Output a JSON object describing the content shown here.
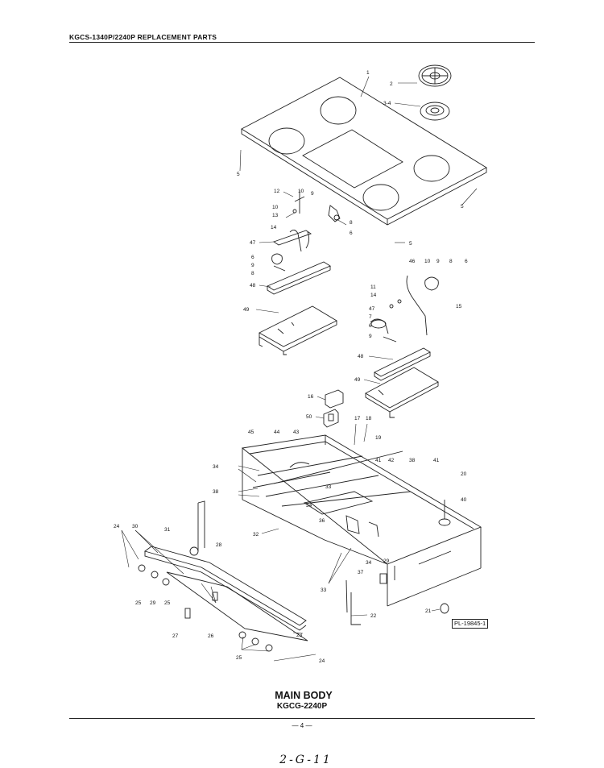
{
  "header": {
    "title": "KGCS-1340P/2240P REPLACEMENT PARTS"
  },
  "caption": {
    "line1": "MAIN BODY",
    "line2": "KGCG-2240P"
  },
  "footer": {
    "page_number": "— 4 —",
    "handwritten": "2-G-11"
  },
  "ref_code": "PL-19845-1",
  "callouts": [
    {
      "id": "c1",
      "label": "1"
    },
    {
      "id": "c2",
      "label": "2"
    },
    {
      "id": "c3",
      "label": "3-4"
    },
    {
      "id": "c4",
      "label": "5"
    },
    {
      "id": "c5",
      "label": "5"
    },
    {
      "id": "c6",
      "label": "5"
    },
    {
      "id": "c7",
      "label": "12"
    },
    {
      "id": "c8",
      "label": "10"
    },
    {
      "id": "c9",
      "label": "9"
    },
    {
      "id": "c10",
      "label": "10"
    },
    {
      "id": "c11",
      "label": "13"
    },
    {
      "id": "c12",
      "label": "8"
    },
    {
      "id": "c13",
      "label": "6"
    },
    {
      "id": "c14",
      "label": "14"
    },
    {
      "id": "c15",
      "label": "47"
    },
    {
      "id": "c16",
      "label": "6"
    },
    {
      "id": "c17",
      "label": "9"
    },
    {
      "id": "c18",
      "label": "8"
    },
    {
      "id": "c19",
      "label": "48"
    },
    {
      "id": "c20",
      "label": "49"
    },
    {
      "id": "c21",
      "label": "46"
    },
    {
      "id": "c22",
      "label": "10"
    },
    {
      "id": "c23",
      "label": "9"
    },
    {
      "id": "c24",
      "label": "8"
    },
    {
      "id": "c25",
      "label": "6"
    },
    {
      "id": "c26",
      "label": "11"
    },
    {
      "id": "c27",
      "label": "14"
    },
    {
      "id": "c28",
      "label": "15"
    },
    {
      "id": "c29",
      "label": "47"
    },
    {
      "id": "c30",
      "label": "7"
    },
    {
      "id": "c31",
      "label": "6"
    },
    {
      "id": "c32",
      "label": "9"
    },
    {
      "id": "c33",
      "label": "48"
    },
    {
      "id": "c34",
      "label": "49"
    },
    {
      "id": "c35",
      "label": "16"
    },
    {
      "id": "c36",
      "label": "50"
    },
    {
      "id": "c37",
      "label": "17"
    },
    {
      "id": "c38",
      "label": "18"
    },
    {
      "id": "c39",
      "label": "19"
    },
    {
      "id": "c40",
      "label": "45"
    },
    {
      "id": "c41",
      "label": "44"
    },
    {
      "id": "c42",
      "label": "43"
    },
    {
      "id": "c43",
      "label": "41"
    },
    {
      "id": "c44",
      "label": "42"
    },
    {
      "id": "c45",
      "label": "38"
    },
    {
      "id": "c46",
      "label": "41"
    },
    {
      "id": "c47",
      "label": "20"
    },
    {
      "id": "c48",
      "label": "40"
    },
    {
      "id": "c49",
      "label": "34"
    },
    {
      "id": "c50",
      "label": "38"
    },
    {
      "id": "c51",
      "label": "33"
    },
    {
      "id": "c52",
      "label": "34"
    },
    {
      "id": "c53",
      "label": "36"
    },
    {
      "id": "c54",
      "label": "32"
    },
    {
      "id": "c55",
      "label": "24"
    },
    {
      "id": "c56",
      "label": "30"
    },
    {
      "id": "c57",
      "label": "31"
    },
    {
      "id": "c58",
      "label": "28"
    },
    {
      "id": "c59",
      "label": "34"
    },
    {
      "id": "c60",
      "label": "29"
    },
    {
      "id": "c61",
      "label": "37"
    },
    {
      "id": "c62",
      "label": "33"
    },
    {
      "id": "c63",
      "label": "25"
    },
    {
      "id": "c64",
      "label": "29"
    },
    {
      "id": "c65",
      "label": "25"
    },
    {
      "id": "c66",
      "label": "27"
    },
    {
      "id": "c67",
      "label": "26"
    },
    {
      "id": "c68",
      "label": "22"
    },
    {
      "id": "c69",
      "label": "21"
    },
    {
      "id": "c70",
      "label": "23"
    },
    {
      "id": "c71",
      "label": "25"
    },
    {
      "id": "c72",
      "label": "24"
    }
  ]
}
